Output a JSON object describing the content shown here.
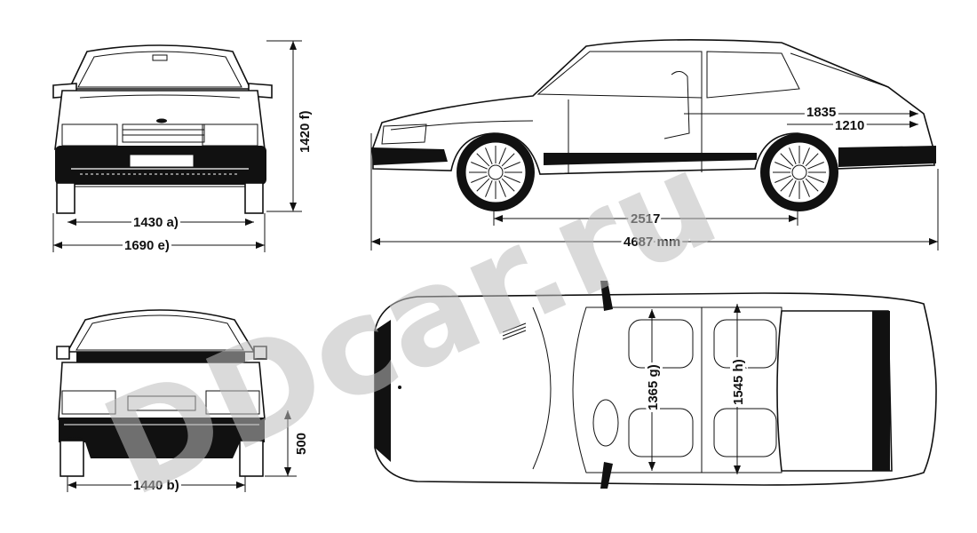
{
  "dimensions": {
    "front_track": "1430 a)",
    "width": "1690 e)",
    "height": "1420 f)",
    "overhang_rear_upper": "1835",
    "overhang_rear_lower": "1210",
    "wheelbase": "2517",
    "length": "4687 mm",
    "rear_track": "1440 b)",
    "rear_height": "500",
    "front_interior_width": "1365 g)",
    "rear_interior_width": "1545 h)"
  },
  "watermark": {
    "text": "DDcar.ru",
    "color": "#bdbdbd"
  }
}
